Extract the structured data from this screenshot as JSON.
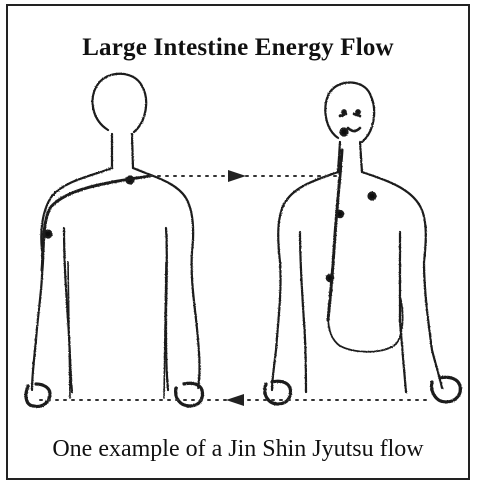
{
  "title": "Large Intestine Energy Flow",
  "caption": "One example of a Jin Shin Jyutsu flow",
  "figures": [
    {
      "view": "back",
      "icon": "body-outline-back-icon"
    },
    {
      "view": "front",
      "icon": "body-outline-front-icon"
    }
  ],
  "colors": {
    "ink": "#111111",
    "paper": "#ffffff",
    "frame": "#222222"
  }
}
